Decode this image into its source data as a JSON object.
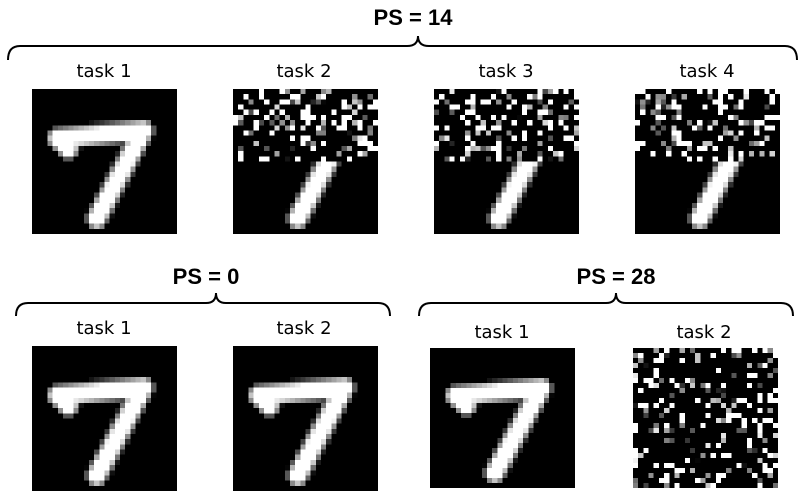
{
  "groups": [
    {
      "id": "ps14",
      "title": "PS = 14",
      "task_labels": [
        "task 1",
        "task 2",
        "task 3",
        "task 4"
      ]
    },
    {
      "id": "ps0",
      "title": "PS = 0",
      "task_labels": [
        "task 1",
        "task 2"
      ]
    },
    {
      "id": "ps28",
      "title": "PS = 28",
      "task_labels": [
        "task 1",
        "task 2"
      ]
    }
  ],
  "image_colors": {
    "background": "#000000",
    "foreground": "#ffffff"
  }
}
